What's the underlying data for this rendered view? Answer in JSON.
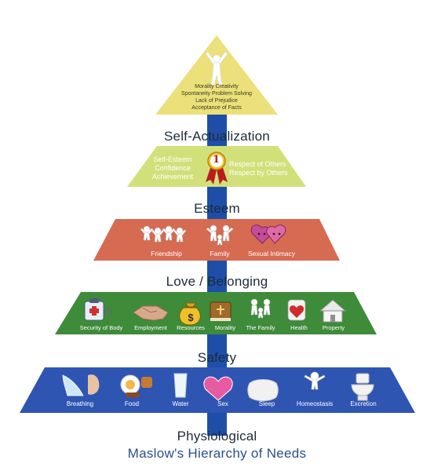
{
  "title": "Maslow's Hierarchy of Needs",
  "colors": {
    "spine": "#1f4ea8",
    "self_actualization": "#ece07a",
    "esteem": "#d2e07a",
    "love_belonging": "#d66b52",
    "safety": "#3e8b3a",
    "physiological": "#2f55b3"
  },
  "levels": {
    "self_actualization": {
      "heading": "Self-Actualization",
      "icon": "person-raising-arms-icon",
      "items": [
        "Morality  Creativity",
        "Spontaneity  Problem Solving",
        "Lack of Prejudice",
        "Acceptance of Facts"
      ]
    },
    "esteem": {
      "heading": "Esteem",
      "icon": "first-place-medal-icon",
      "medal_number": "1",
      "left_items": [
        "Self-Esteem",
        "Confidence",
        "Achievement"
      ],
      "right_items": [
        "Respect of Others",
        "Respect by Others"
      ]
    },
    "love_belonging": {
      "heading": "Love / Belonging",
      "items": [
        {
          "label": "Friendship",
          "icon": "friends-group-icon"
        },
        {
          "label": "Family",
          "icon": "family-icon"
        },
        {
          "label": "Sexual Intimacy",
          "icon": "kissing-hearts-icon"
        }
      ]
    },
    "safety": {
      "heading": "Safety",
      "items": [
        {
          "label": "Security of Body",
          "icon": "doctor-kit-icon"
        },
        {
          "label": "Employment",
          "icon": "handshake-icon"
        },
        {
          "label": "Resources",
          "icon": "money-bag-icon"
        },
        {
          "label": "Morality",
          "icon": "bible-icon"
        },
        {
          "label": "The Family",
          "icon": "family-icon"
        },
        {
          "label": "Health",
          "icon": "heart-health-icon"
        },
        {
          "label": "Property",
          "icon": "house-icon"
        }
      ]
    },
    "physiological": {
      "heading": "Physiological",
      "items": [
        {
          "label": "Breathing",
          "icon": "breath-icon"
        },
        {
          "label": "Food",
          "icon": "food-plate-icon"
        },
        {
          "label": "Water",
          "icon": "water-glass-icon"
        },
        {
          "label": "Sex",
          "icon": "heart-icon"
        },
        {
          "label": "Sleep",
          "icon": "pillow-icon"
        },
        {
          "label": "Homeostasis",
          "icon": "person-balance-icon"
        },
        {
          "label": "Excretion",
          "icon": "toilet-icon"
        }
      ]
    }
  }
}
